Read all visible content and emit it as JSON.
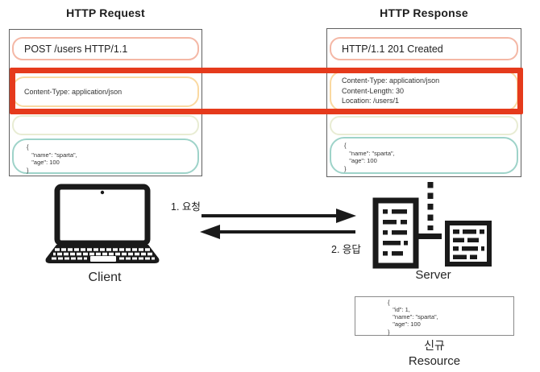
{
  "request_panel": {
    "title": "HTTP Request",
    "status_line": "POST /users HTTP/1.1",
    "headers": [
      "Content-Type: application/json"
    ],
    "body": "{\n   \"name\": \"sparta\",\n   \"age\": 100\n}"
  },
  "response_panel": {
    "title": "HTTP Response",
    "status_line": "HTTP/1.1 201 Created",
    "headers": [
      "Content-Type: application/json",
      "Content-Length: 30",
      "Location: /users/1"
    ],
    "body": "{\n   \"name\": \"sparta\",\n   \"age\": 100\n}"
  },
  "flow": {
    "request_arrow_label": "1. 요청",
    "response_arrow_label": "2. 응답",
    "client_label": "Client",
    "server_label": "Server"
  },
  "resource": {
    "body": "{\n   \"id\": 1,\n   \"name\": \"sparta\",\n   \"age\": 100\n}",
    "label_line1": "신규",
    "label_line2": "Resource"
  },
  "colors": {
    "highlight": "#e53a1c",
    "status_border": "#f4b8a6",
    "header_border": "#fad9a1",
    "empty_border": "#e8ecd3",
    "body_border": "#9ed3c9",
    "panel_border": "#606060"
  },
  "icons": {
    "client": "laptop-icon",
    "server": "server-racks-icon"
  }
}
